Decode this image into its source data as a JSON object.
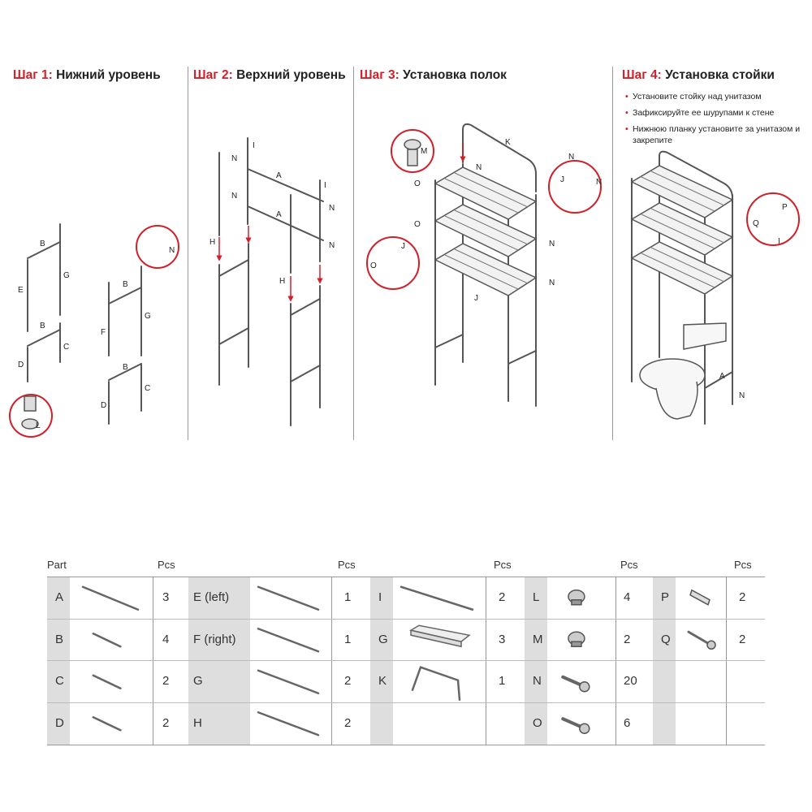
{
  "steps": [
    {
      "number": "Шаг 1:",
      "title": "Нижний уровень"
    },
    {
      "number": "Шаг 2:",
      "title": "Верхний уровень"
    },
    {
      "number": "Шаг 3:",
      "title": "Установка полок"
    },
    {
      "number": "Шаг 4:",
      "title": "Установка стойки"
    }
  ],
  "step4_bullets": [
    "Установите стойку над унитазом",
    "Зафиксируйте ее шурупами к стене",
    "Нижнюю планку установите за унитазом и закрепите"
  ],
  "diagram_labels": {
    "step1": [
      "B",
      "E",
      "G",
      "B",
      "D",
      "C",
      "L",
      "B",
      "F",
      "G",
      "B",
      "D",
      "C",
      "N"
    ],
    "step2": [
      "I",
      "N",
      "N",
      "A",
      "A",
      "I",
      "N",
      "N",
      "H",
      "H"
    ],
    "step3": [
      "K",
      "M",
      "N",
      "O",
      "O",
      "J",
      "N",
      "J",
      "O",
      "N",
      "N",
      "J",
      "N"
    ],
    "step4": [
      "Q",
      "P",
      "I",
      "A",
      "N"
    ]
  },
  "table": {
    "headers": {
      "part": "Part",
      "pcs": "Pcs"
    },
    "groups": [
      {
        "rows": [
          {
            "part": "A",
            "icon": "long-rod-icon",
            "pcs": "3"
          },
          {
            "part": "B",
            "icon": "short-rod-icon",
            "pcs": "4"
          },
          {
            "part": "C",
            "icon": "short-rod-icon",
            "pcs": "2"
          },
          {
            "part": "D",
            "icon": "short-rod-icon",
            "pcs": "2"
          }
        ]
      },
      {
        "rows": [
          {
            "part": "E (left)",
            "icon": "long-rod-icon",
            "pcs": "1"
          },
          {
            "part": "F (right)",
            "icon": "long-rod-icon",
            "pcs": "1"
          },
          {
            "part": "G",
            "icon": "long-rod-icon",
            "pcs": "2"
          },
          {
            "part": "H",
            "icon": "long-rod-icon",
            "pcs": "2"
          }
        ]
      },
      {
        "rows": [
          {
            "part": "I",
            "icon": "long-rod-icon",
            "pcs": "2"
          },
          {
            "part": "G",
            "icon": "wire-shelf-icon",
            "pcs": "3"
          },
          {
            "part": "K",
            "icon": "u-frame-icon",
            "pcs": "1"
          },
          {
            "part": "",
            "icon": "",
            "pcs": ""
          }
        ]
      },
      {
        "rows": [
          {
            "part": "L",
            "icon": "foot-cap-icon",
            "pcs": "4"
          },
          {
            "part": "M",
            "icon": "end-cap-icon",
            "pcs": "2"
          },
          {
            "part": "N",
            "icon": "screw-icon",
            "pcs": "20"
          },
          {
            "part": "O",
            "icon": "screw-icon",
            "pcs": "6"
          }
        ]
      },
      {
        "rows": [
          {
            "part": "P",
            "icon": "wall-anchor-icon",
            "pcs": "2"
          },
          {
            "part": "Q",
            "icon": "wood-screw-icon",
            "pcs": "2"
          },
          {
            "part": "",
            "icon": "",
            "pcs": ""
          },
          {
            "part": "",
            "icon": "",
            "pcs": ""
          }
        ]
      }
    ]
  }
}
